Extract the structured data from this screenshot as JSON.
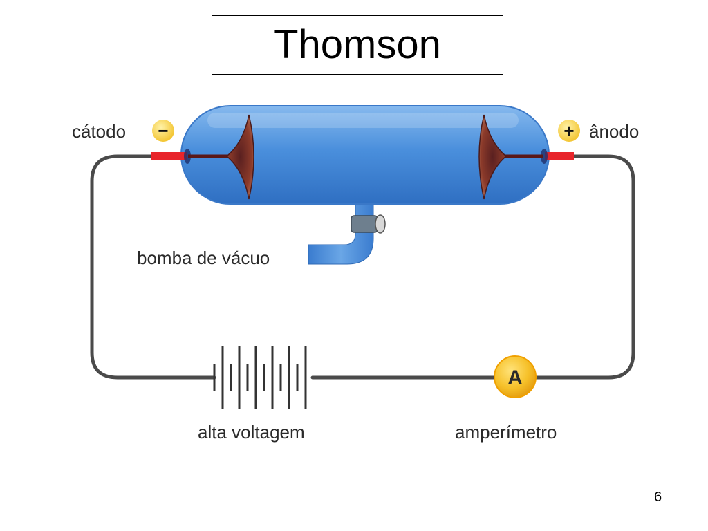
{
  "slide": {
    "title": "Thomson",
    "page_number": "6"
  },
  "labels": {
    "cathode": "cátodo",
    "anode": "ânodo",
    "vacuum_pump": "bomba de vácuo",
    "high_voltage": "alta voltagem",
    "ammeter": "amperímetro",
    "ammeter_symbol": "A",
    "minus": "−",
    "plus": "+"
  },
  "colors": {
    "tube": "#4a8fdc",
    "wire": "#4a4a4a",
    "electrode": "#e8252b",
    "terminal_badge": "#f6c832",
    "ammeter": "#f2b417"
  }
}
